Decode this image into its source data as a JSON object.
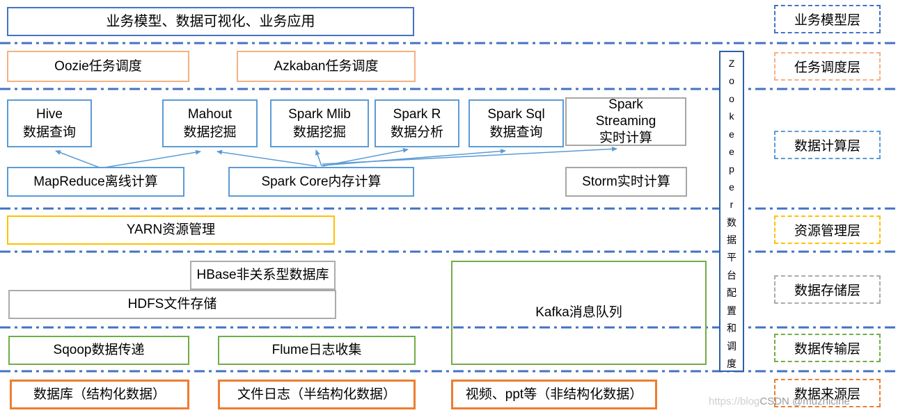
{
  "top": {
    "label": "业务模型、数据可视化、业务应用"
  },
  "scheduling": {
    "oozie": "Oozie任务调度",
    "azkaban": "Azkaban任务调度"
  },
  "compute": {
    "hive": [
      "Hive",
      "数据查询"
    ],
    "mahout": [
      "Mahout",
      "数据挖掘"
    ],
    "spark_mlib": [
      "Spark Mlib",
      "数据挖掘"
    ],
    "spark_r": [
      "Spark R",
      "数据分析"
    ],
    "spark_sql": [
      "Spark Sql",
      "数据查询"
    ],
    "spark_streaming": [
      "Spark",
      "Streaming",
      "实时计算"
    ],
    "mapreduce": "MapReduce离线计算",
    "spark_core": "Spark Core内存计算",
    "storm": "Storm实时计算"
  },
  "resource": {
    "yarn": "YARN资源管理"
  },
  "storage": {
    "hbase": "HBase非关系型数据库",
    "hdfs": "HDFS文件存储",
    "kafka": "Kafka消息队列"
  },
  "transport": {
    "sqoop": "Sqoop数据传递",
    "flume": "Flume日志收集"
  },
  "source": {
    "db": "数据库（结构化数据）",
    "filelog": "文件日志（半结构化数据）",
    "video": "视频、ppt等（非结构化数据）"
  },
  "zookeeper": {
    "text": "Zookeeper数据平台配置和调度"
  },
  "layer_labels": {
    "business": "业务模型层",
    "scheduling": "任务调度层",
    "compute": "数据计算层",
    "resource": "资源管理层",
    "storage": "数据存储层",
    "transport": "数据传输层",
    "source": "数据来源层"
  },
  "watermark": {
    "left": "https://blog",
    "right": "CSDN @muzhicihe"
  },
  "colors": {
    "layer_line": "#4472C4",
    "blue_dark": "#4472C4",
    "blue_light": "#5B9BD5",
    "orange_light": "#F4B183",
    "orange_dark": "#ED7D31",
    "gold": "#FFC000",
    "gray": "#A6A6A6",
    "green": "#70AD47",
    "zookeeper_border": "#2E5FA8",
    "arrow": "#5B9BD5"
  }
}
